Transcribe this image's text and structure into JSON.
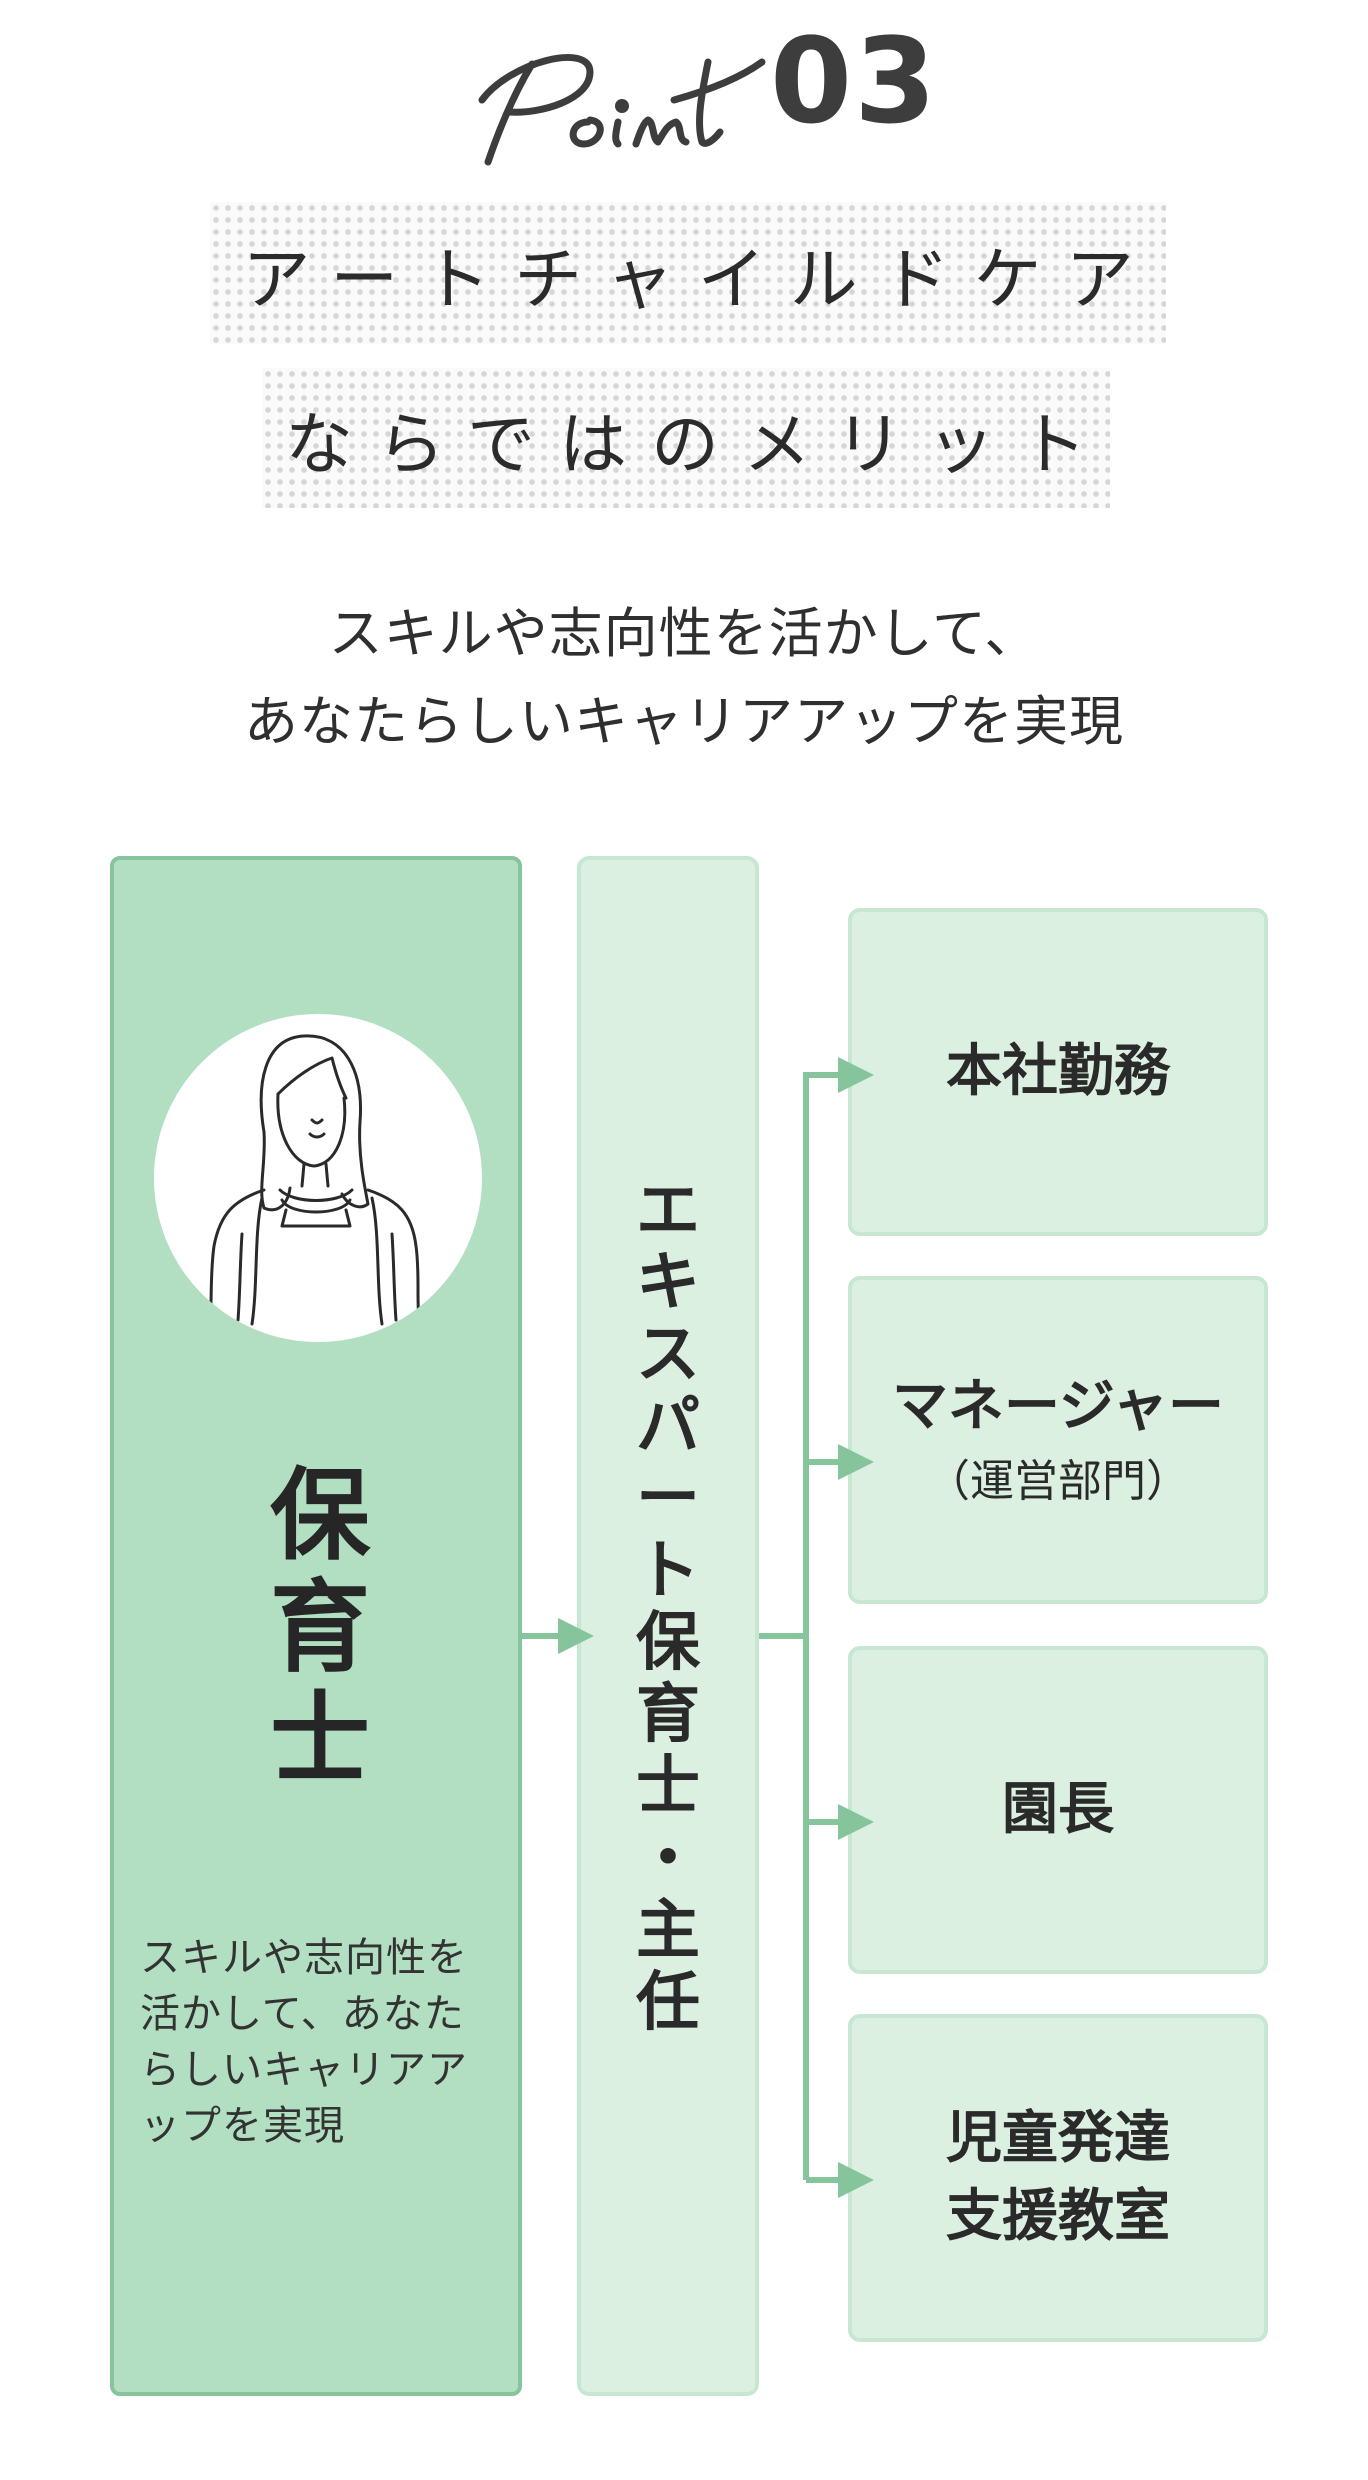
{
  "header": {
    "point_script": "Point",
    "point_number": "03"
  },
  "title": {
    "line1": "アートチャイルドケア",
    "line2": "ならではのメリット"
  },
  "subtitle": "スキルや志向性を活かして、\nあなたらしいキャリアアップを実現",
  "main_panel": {
    "role": "保\n育\n士",
    "description": "スキルや志向性を\n活かして、あなた\nらしいキャリアア\nップを実現"
  },
  "middle_panel": {
    "role": "エ\nキ\nス\nパ\nー\nト\n保\n育\n士\n・\n主\n任"
  },
  "careers": [
    {
      "title": "本社勤務",
      "sub": ""
    },
    {
      "title": "マネージャー",
      "sub": "（運営部門）"
    },
    {
      "title": "園長",
      "sub": ""
    },
    {
      "title": "児童発達\n支援教室",
      "sub": ""
    }
  ],
  "colors": {
    "main_panel_bg": "#b2dfc1",
    "main_panel_border": "#86c49b",
    "light_panel_bg": "#dcf0e2",
    "light_panel_border": "#c8e7d2",
    "arrow": "#86c49b"
  }
}
